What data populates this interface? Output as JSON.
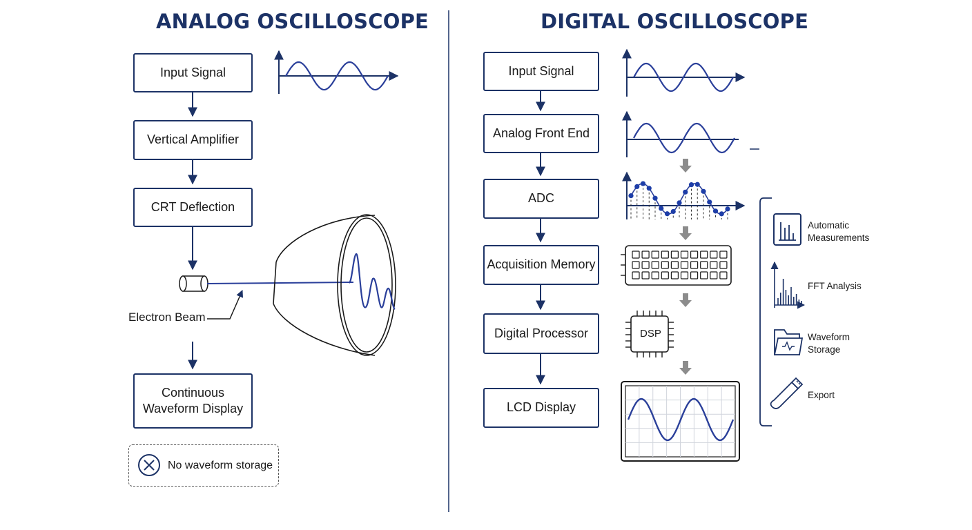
{
  "analog": {
    "title": "ANALOG OSCILLOSCOPE",
    "steps": [
      "Input Signal",
      "Vertical Amplifier",
      "CRT Deflection",
      "Continuous\nWaveform Display"
    ],
    "beam_label": "Electron Beam",
    "note": "No waveform storage",
    "note_icon": "x-circle-icon"
  },
  "digital": {
    "title": "DIGITAL OSCILLOSCOPE",
    "steps": [
      "Input Signal",
      "Analog Front End",
      "ADC",
      "Acquisition Memory",
      "Digital Processor",
      "LCD Display"
    ],
    "dsp_label": "DSP",
    "features": [
      {
        "label": "Automatic\nMeasurements",
        "icon": "bar-chart-icon"
      },
      {
        "label": "FFT Analysis",
        "icon": "fft-spectrum-icon"
      },
      {
        "label": "Waveform\nStorage",
        "icon": "folder-icon"
      },
      {
        "label": "Export",
        "icon": "usb-drive-icon"
      }
    ]
  },
  "colors": {
    "navy": "#1c3266",
    "trace": "#2a3f9a",
    "arrow_gray": "#8c8c8c",
    "grid": "#d0d4dc"
  }
}
